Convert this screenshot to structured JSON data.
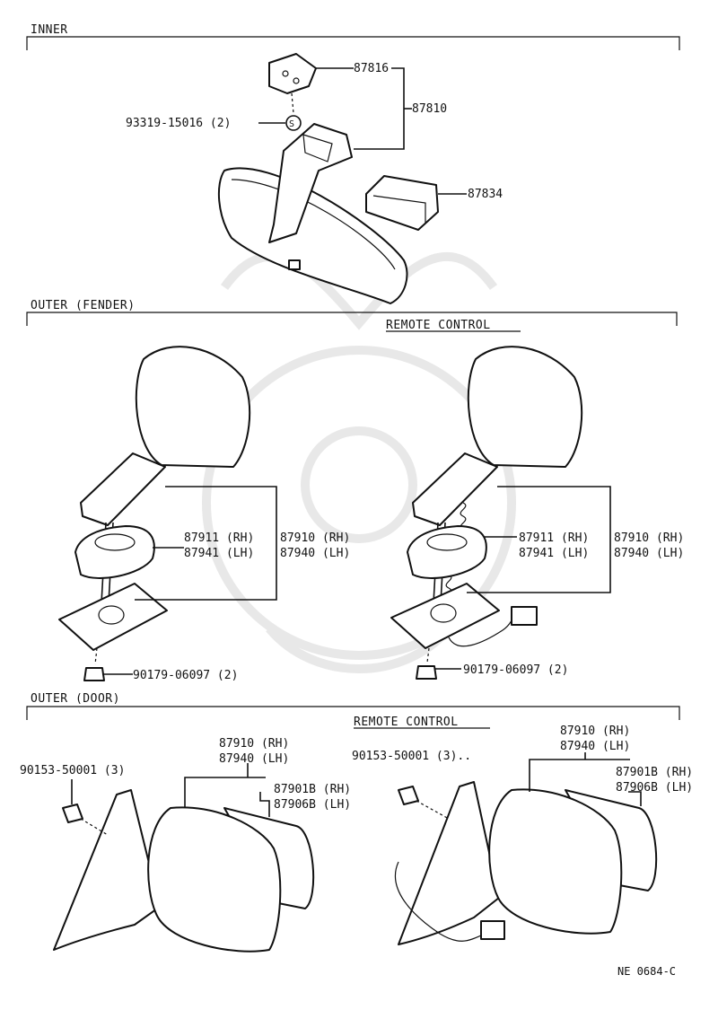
{
  "sections": {
    "inner": "INNER",
    "outer_fender": "OUTER (FENDER)",
    "outer_door": "OUTER (DOOR)",
    "remote_control_fender": "REMOTE  CONTROL",
    "remote_control_door": "REMOTE  CONTROL"
  },
  "inner": {
    "p87816": "87816",
    "p87810": "87810",
    "p93319": "93319-15016 (2)",
    "s_mark": "S",
    "p87834": "87834"
  },
  "fender_left": {
    "l1": "87911 (RH)",
    "l2": "87941 (LH)",
    "r1": "87910 (RH)",
    "r2": "87940 (LH)",
    "nut": "90179-06097 (2)"
  },
  "fender_right": {
    "l1": "87911 (RH)",
    "l2": "87941 (LH)",
    "r1": "87910 (RH)",
    "r2": "87940 (LH)",
    "nut": "90179-06097 (2)"
  },
  "door_left": {
    "screw": "90153-50001  (3)",
    "a1": "87910 (RH)",
    "a2": "87940 (LH)",
    "b1": "87901B (RH)",
    "b2": "87906B (LH)"
  },
  "door_right": {
    "screw": "90153-50001  (3)..",
    "a1": "87910 (RH)",
    "a2": "87940 (LH)",
    "b1": "87901B (RH)",
    "b2": "87906B (LH)"
  },
  "footer": {
    "code": "NE 0684-C"
  }
}
